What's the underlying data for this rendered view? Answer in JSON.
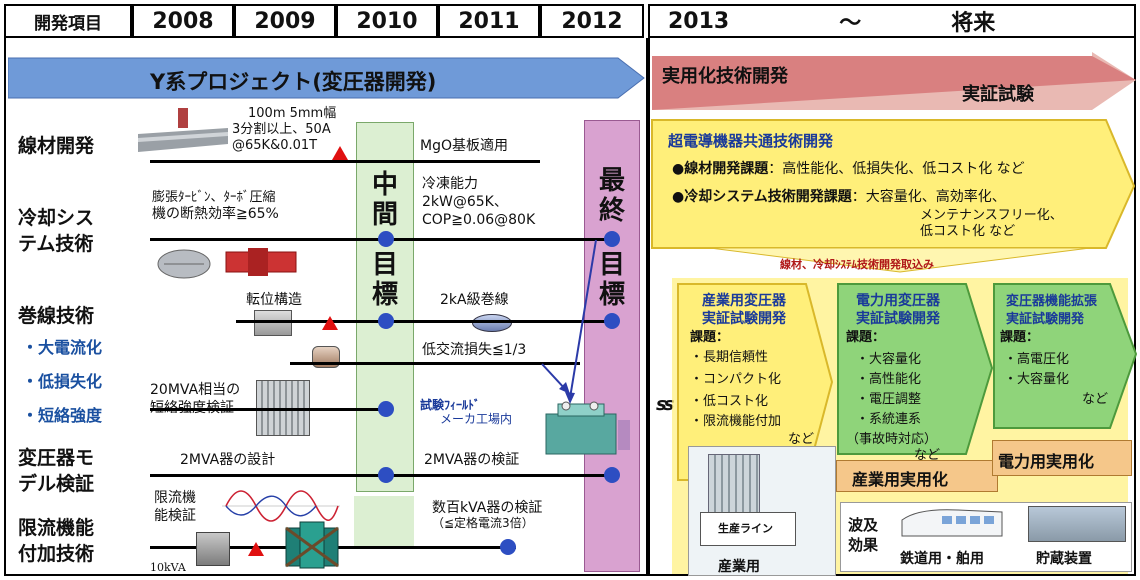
{
  "header": {
    "label": "開発項目",
    "years": [
      "2008",
      "2009",
      "2010",
      "2011",
      "2012"
    ],
    "future_start": "2013",
    "future_tilde": "～",
    "future_end": "将来"
  },
  "banners": {
    "project": "Y系プロジェクト(変圧器開発)",
    "practical": "実用化技術開発",
    "demo": "実証試験"
  },
  "milestones": {
    "middle": [
      "中",
      "間",
      "目",
      "標"
    ],
    "final": [
      "最",
      "終",
      "目",
      "標"
    ]
  },
  "rows": {
    "wire": "線材開発",
    "cooling_1": "冷却シス",
    "cooling_2": "テム技術",
    "winding": "巻線技術",
    "sub1": "・大電流化",
    "sub2": "・低損失化",
    "sub3": "・短絡強度",
    "model_1": "変圧器モ",
    "model_2": "デル検証",
    "limit_1": "限流機能",
    "limit_2": "付加技術"
  },
  "annotations": {
    "wire_spec_1": "100m 5mm幅",
    "wire_spec_2": "3分割以上、50A",
    "wire_spec_3": "@65K&0.01T",
    "mgo": "MgO基板適用",
    "turbine_1": "膨張ﾀｰﾋﾞﾝ、ﾀｰﾎﾞ圧縮",
    "turbine_2": "機の断熱効率≧65%",
    "cool_cap_1": "冷凍能力",
    "cool_cap_2": "2kW@65K、",
    "cool_cap_3": "COP≧0.06@80K",
    "transposition": "転位構造",
    "winding_2ka": "2kA級巻線",
    "low_ac_loss": "低交流損失≦1/3",
    "short_1": "20MVA相当の",
    "short_2": "短絡強度検証",
    "field_test_1": "試験ﾌｨｰﾙﾄﾞ",
    "field_test_2": "メーカ工場内",
    "design_2mva": "2MVA器の設計",
    "verify_2mva": "2MVA器の検証",
    "limit_verify_1": "限流機",
    "limit_verify_2": "能検証",
    "hundreds_kva": "数百kVA器の検証",
    "rated_current": "（≦定格電流3倍）",
    "kva10": "10kVA",
    "wave": "ss"
  },
  "right": {
    "common_title": "超電導機器共通技術開発",
    "task1_head": "●線材開発課題",
    "task1_body": "：高性能化、低損失化、低コスト化 など",
    "task2_head": "●冷却システム技術開発課題",
    "task2_body_1": "：大容量化、高効率化、",
    "task2_body_2": "メンテナンスフリー化、",
    "task2_body_3": "低コスト化 など",
    "bridge": "線材、冷却ｼｽﾃﾑ技術開発取込み",
    "ind_title_1": "産業用変圧器",
    "ind_title_2": "実証試験開発",
    "ind_task": "課題：",
    "ind_items": [
      "・長期信頼性",
      "・コンパクト化",
      "・低コスト化",
      "・限流機能付加"
    ],
    "ind_etc": "など",
    "ind_line": "生産ライン",
    "ind_label": "産業用",
    "pow_title_1": "電力用変圧器",
    "pow_title_2": "実証試験開発",
    "pow_task": "課題：",
    "pow_items": [
      "・大容量化",
      "・高性能化",
      "・電圧調整",
      "・系統連系",
      "（事故時対応）"
    ],
    "pow_etc": "など",
    "ext_title_1": "変圧器機能拡張",
    "ext_title_2": "実証試験開発",
    "ext_task": "課題：",
    "ext_items": [
      "・高電圧化",
      "・大容量化"
    ],
    "ext_etc": "など",
    "ind_practical": "産業用実用化",
    "pow_practical": "電力用実用化",
    "ripple_1": "波及",
    "ripple_2": "効果",
    "rail": "鉄道用・舶用",
    "storage": "貯蔵装置"
  },
  "colors": {
    "project_arrow": "#6f9ad8",
    "practical_arrow": "#d98080",
    "middle_col": "#dcefd2",
    "final_col": "#d9a2d0",
    "yellow_box": "#ffef7a",
    "dot": "#2d4ec2",
    "triangle": "#e01010"
  }
}
